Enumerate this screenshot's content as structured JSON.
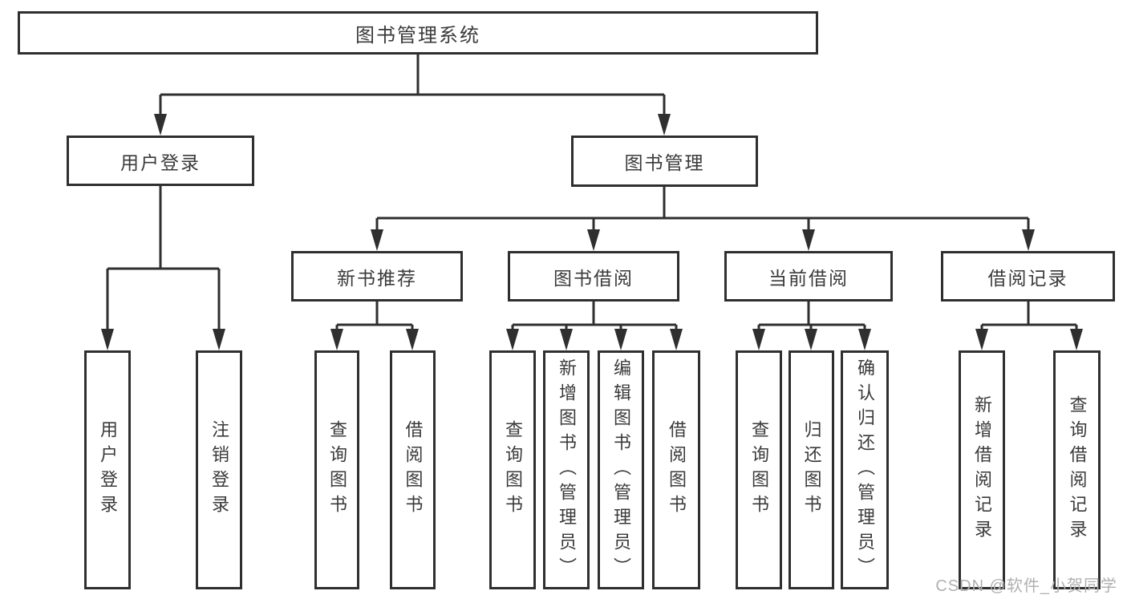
{
  "tree": {
    "label": "图书管理系统",
    "children": [
      {
        "label": "用户登录",
        "children": [
          {
            "label": "用户登录"
          },
          {
            "label": "注销登录"
          }
        ]
      },
      {
        "label": "图书管理",
        "children": [
          {
            "label": "新书推荐",
            "children": [
              {
                "label": "查询图书"
              },
              {
                "label": "借阅图书"
              }
            ]
          },
          {
            "label": "图书借阅",
            "children": [
              {
                "label": "查询图书"
              },
              {
                "label": "新增图书（管理员）"
              },
              {
                "label": "编辑图书（管理员）"
              },
              {
                "label": "借阅图书"
              }
            ]
          },
          {
            "label": "当前借阅",
            "children": [
              {
                "label": "查询图书"
              },
              {
                "label": "归还图书"
              },
              {
                "label": "确认归还（管理员）"
              }
            ]
          },
          {
            "label": "借阅记录",
            "children": [
              {
                "label": "新增借阅记录"
              },
              {
                "label": "查询借阅记录"
              }
            ]
          }
        ]
      }
    ]
  },
  "watermark": "CSDN @软件_小贺同学",
  "colors": {
    "line": "#2f2f2f",
    "text": "#3a3a3a",
    "watermark": "#b0b0b0",
    "box_bg": "#ffffff"
  }
}
